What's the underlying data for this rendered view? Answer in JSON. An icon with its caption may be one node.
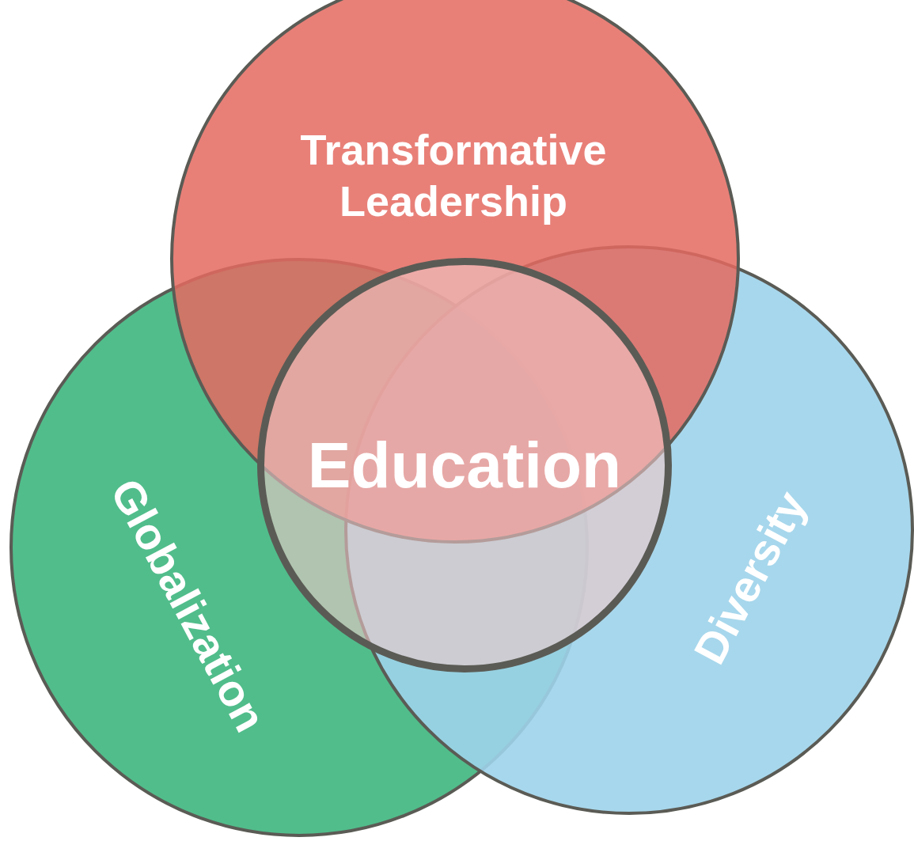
{
  "diagram": {
    "nodes": [
      {
        "text": [
          "Transformative Leadership"
        ]
      },
      {
        "text": [
          "Globalization"
        ]
      },
      {
        "text": [
          "Education"
        ]
      },
      {
        "text": [
          "Diversity"
        ]
      }
    ]
  }
}
